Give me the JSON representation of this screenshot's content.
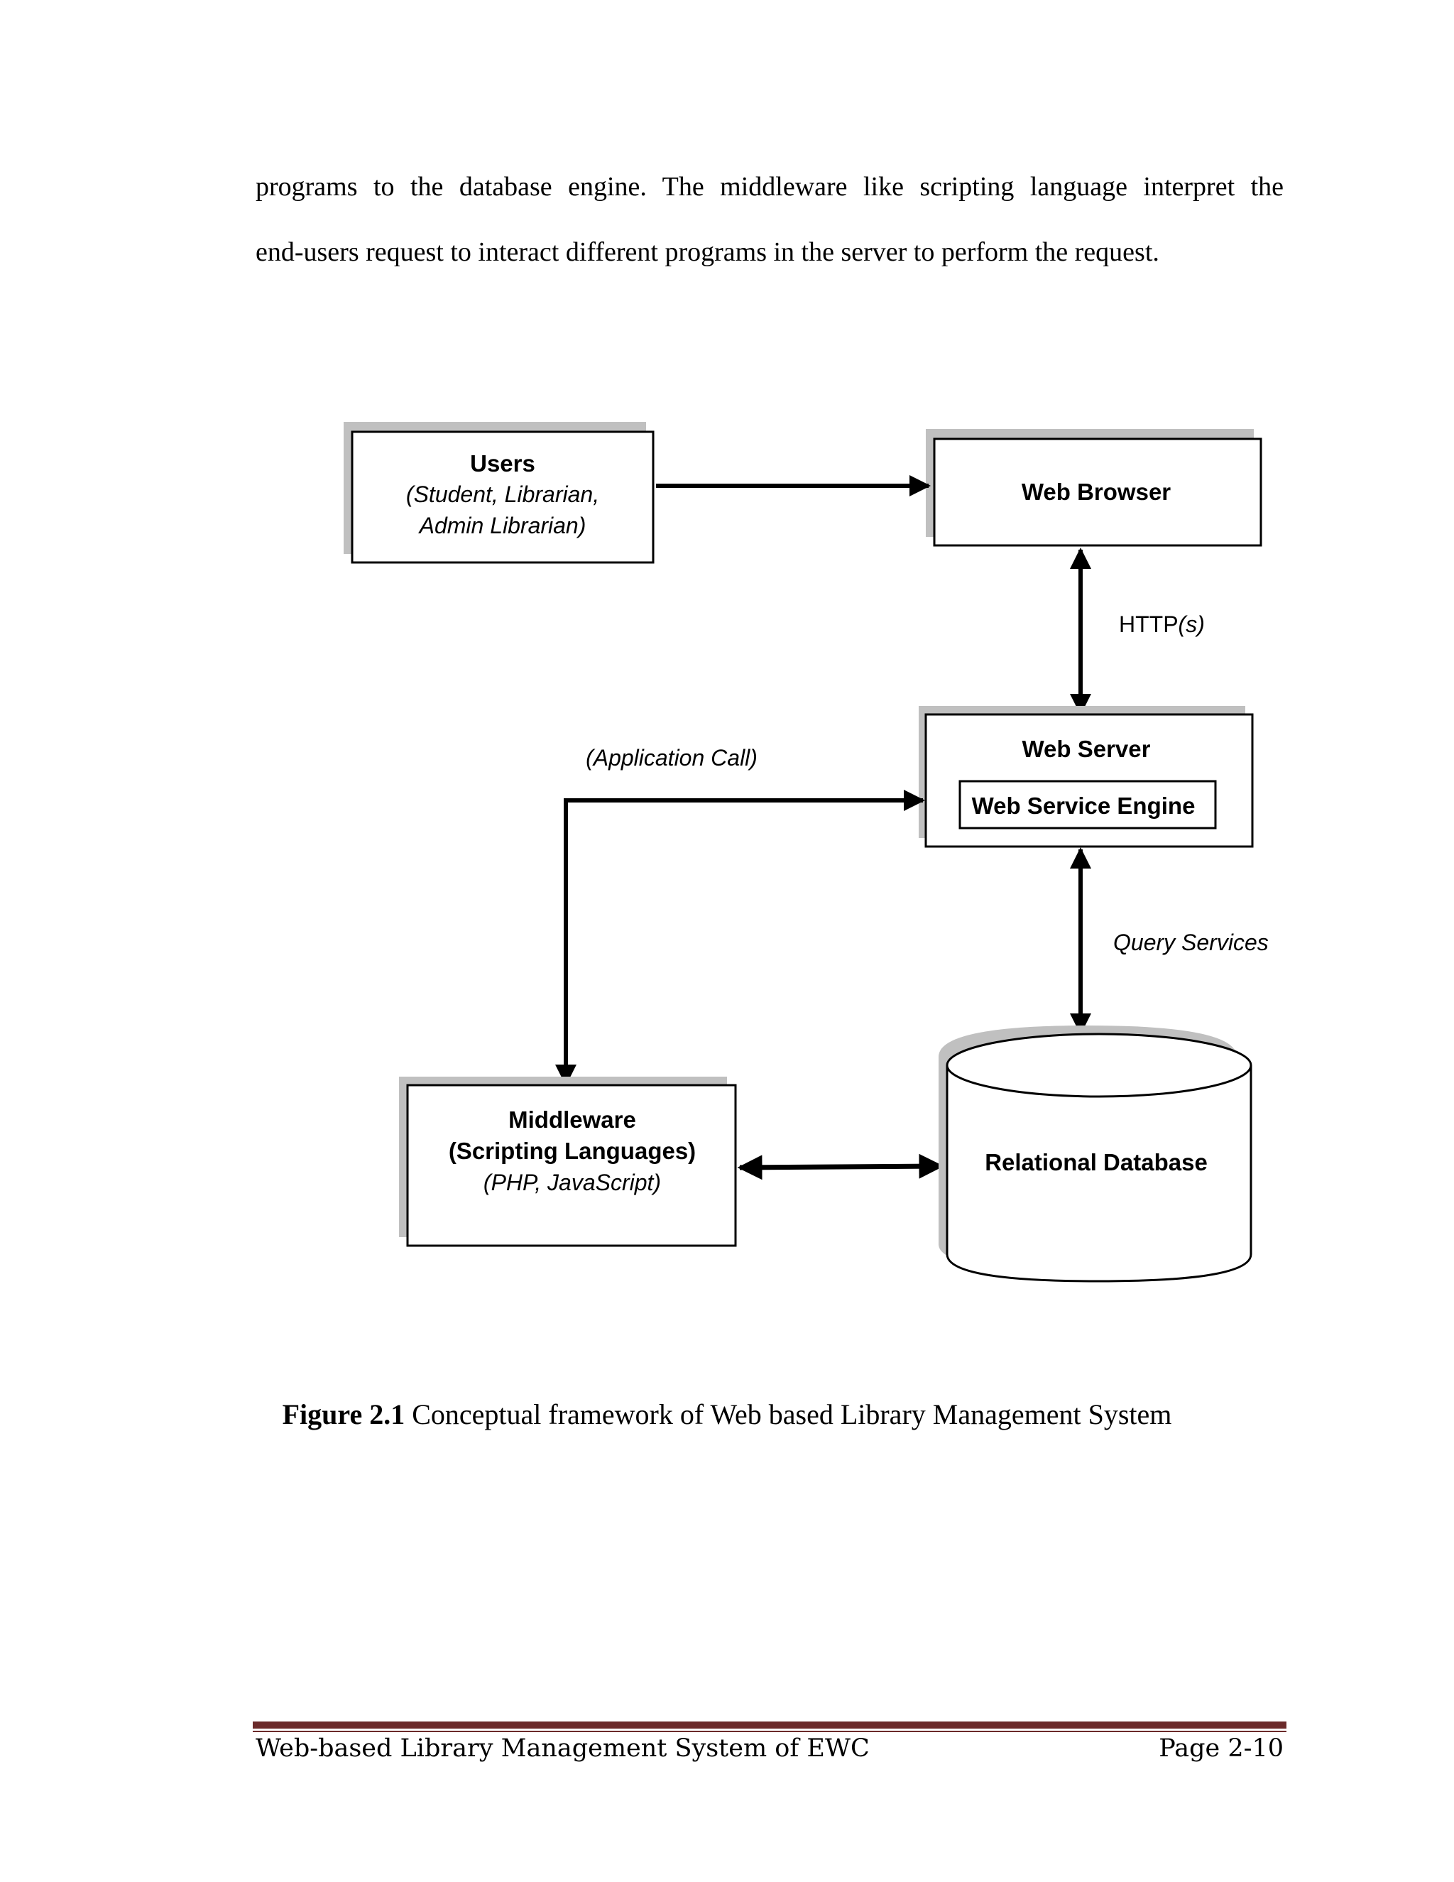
{
  "paragraph": {
    "line1": "programs to the database engine. The middleware like scripting language interpret the",
    "line2": "end-users request to interact different programs in the server to perform the request."
  },
  "diagram": {
    "users": {
      "title": "Users",
      "subtitle_line1": "(Student, Librarian,",
      "subtitle_line2": "Admin Librarian)"
    },
    "web_browser": "Web Browser",
    "http_label_main": "HTTP",
    "http_label_suffix": "(s)",
    "web_server": "Web Server",
    "web_service_engine": "Web Service Engine",
    "application_call": "(Application Call)",
    "query_services": "Query Services",
    "middleware": {
      "title": "Middleware",
      "line2": "(Scripting Languages)",
      "line3": "(PHP, JavaScript)"
    },
    "relational_database": "Relational Database"
  },
  "caption": {
    "label": "Figure 2.1",
    "text": " Conceptual framework of Web based Library Management System"
  },
  "footer": {
    "left": "Web-based Library Management System of EWC",
    "right": "Page 2-10"
  },
  "colors": {
    "shadow": "#c0c0c0",
    "footer_rule": "#6b2a2a"
  }
}
